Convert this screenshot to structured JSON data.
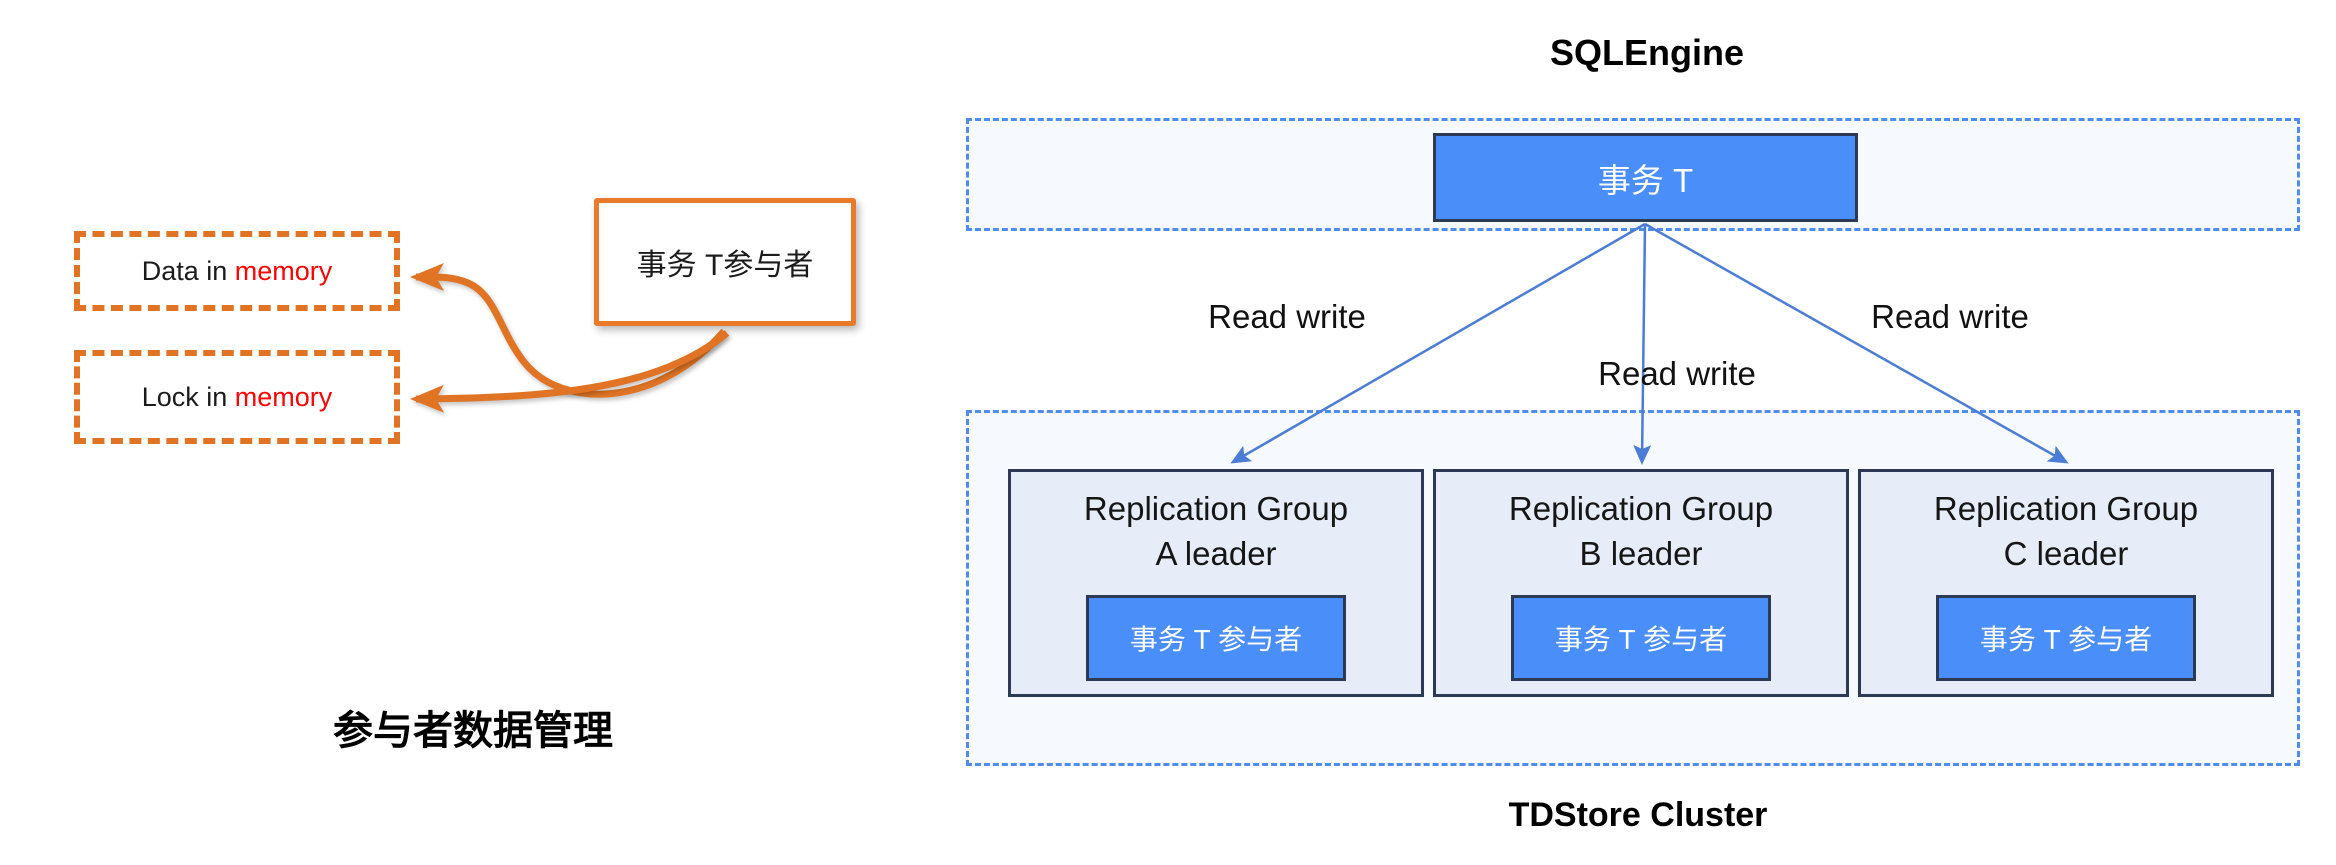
{
  "left_panel": {
    "memory_boxes": [
      {
        "prefix": "Data in ",
        "highlight": "memory"
      },
      {
        "prefix": "Lock in ",
        "highlight": "memory"
      }
    ],
    "participant_box": "事务 T参与者",
    "caption": "参与者数据管理"
  },
  "right_panel": {
    "title": "SQLEngine",
    "sql_engine": {
      "transaction_box": "事务 T"
    },
    "edge_labels": [
      {
        "label": "Read write"
      },
      {
        "label": "Read write"
      },
      {
        "label": "Read write"
      }
    ],
    "tdstore": {
      "caption": "TDStore Cluster",
      "groups": [
        {
          "line1": "Replication Group",
          "line2": "A leader",
          "participant": "事务 T 参与者"
        },
        {
          "line1": "Replication Group",
          "line2": "B leader",
          "participant": "事务 T 参与者"
        },
        {
          "line1": "Replication Group",
          "line2": "C leader",
          "participant": "事务 T 参与者"
        }
      ]
    }
  },
  "colors": {
    "orange_accent": "#E07424",
    "orange_box_border": "#EA7A2A",
    "red_highlight": "#FB0505",
    "blue_fill": "#4A8EFA",
    "navy_border": "#2C3A55",
    "panel_fill": "#F6F9FE",
    "group_fill": "#E7ECF9",
    "blue_dashed_border": "#4E8CF0",
    "blue_arrow": "#4B7CD6"
  }
}
